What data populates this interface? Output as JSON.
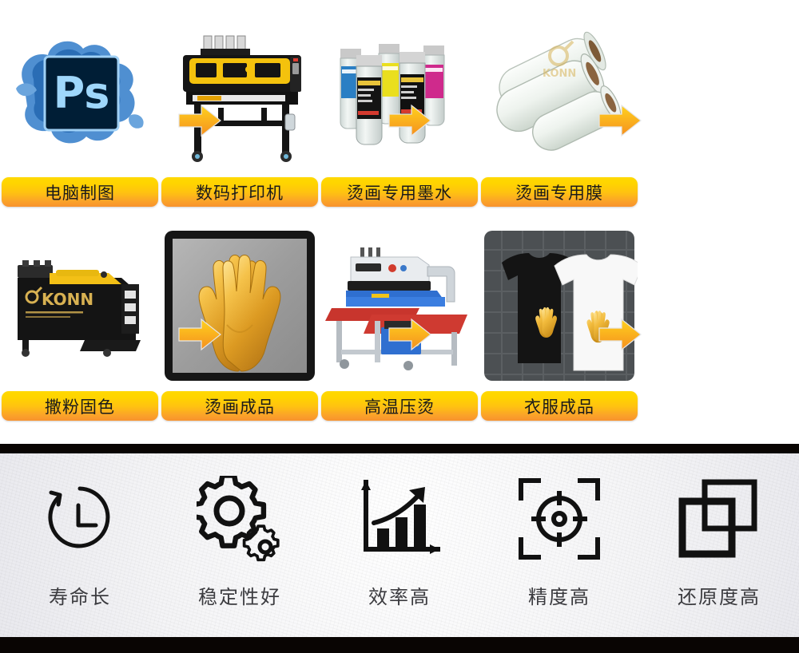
{
  "process": {
    "rows": [
      {
        "steps": [
          {
            "label": "电脑制图",
            "art": "photoshop-logo"
          },
          {
            "label": "数码打印机",
            "art": "digital-printer"
          },
          {
            "label": "烫画专用墨水",
            "art": "ink-bottles"
          },
          {
            "label": "烫画专用膜",
            "art": "film-rolls"
          }
        ]
      },
      {
        "steps": [
          {
            "label": "撒粉固色",
            "art": "powder-shaker-machine"
          },
          {
            "label": "烫画成品",
            "art": "gold-hands-transfer"
          },
          {
            "label": "高温压烫",
            "art": "heat-press-machine"
          },
          {
            "label": "衣服成品",
            "art": "finished-tshirts"
          }
        ]
      }
    ],
    "arrow_icon": "arrow-right-icon",
    "colors": {
      "pill_top": "#FFD900",
      "pill_bottom": "#F8922E",
      "arrow_top": "#FFD21E",
      "arrow_bottom": "#F5901F"
    }
  },
  "features": {
    "items": [
      {
        "label": "寿命长",
        "icon": "clock-rotate-icon"
      },
      {
        "label": "稳定性好",
        "icon": "gears-icon"
      },
      {
        "label": "效率高",
        "icon": "growth-bar-chart-icon"
      },
      {
        "label": "精度高",
        "icon": "focus-target-icon"
      },
      {
        "label": "还原度高",
        "icon": "overlapping-squares-icon"
      }
    ],
    "colors": {
      "band": "#090503",
      "paper": "#F4F4F6",
      "label_text": "#3B3B3F"
    }
  }
}
